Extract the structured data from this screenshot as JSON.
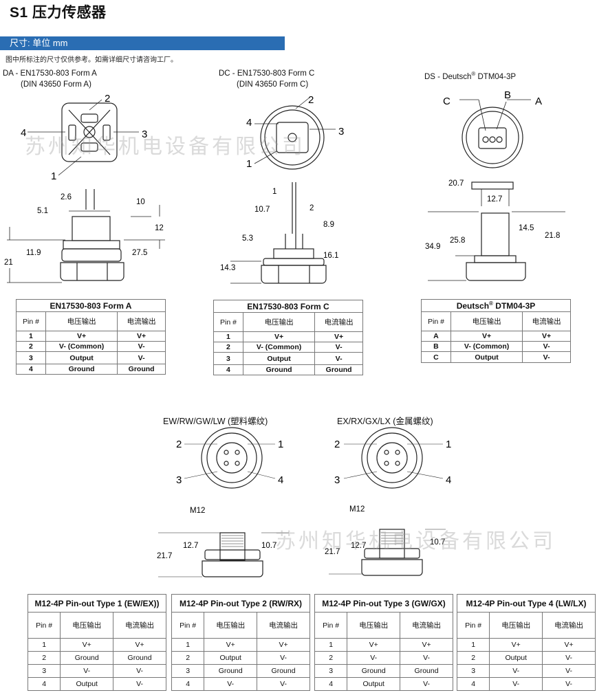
{
  "header": {
    "title": "S1 压力传感器",
    "section": "尺寸: 单位 mm",
    "note": "图中所标注的尺寸仅供参考。如需详细尺寸请咨询工厂。"
  },
  "da": {
    "title1": "DA - EN17530-803 Form A",
    "title2": "(DIN 43650 Form A)",
    "p1": "1",
    "p2": "2",
    "p3": "3",
    "p4": "4",
    "d1": "2.6",
    "d2": "5.1",
    "d3": "10",
    "d4": "12",
    "d5": "11.9",
    "d6": "27.5",
    "d7": "21"
  },
  "dc": {
    "title1": "DC - EN17530-803 Form C",
    "title2": "(DIN 43650 Form C)",
    "p1": "1",
    "p2": "2",
    "p3": "3",
    "p4": "4",
    "d1": "1",
    "d2": "10.7",
    "d3": "2",
    "d4": "8.9",
    "d5": "5.3",
    "d6": "16.1",
    "d7": "14.3"
  },
  "ds": {
    "title_a": "DS - Deutsch",
    "title_b": "DTM04-3P",
    "reg": "®",
    "pa": "A",
    "pb": "B",
    "pc": "C",
    "d1": "20.7",
    "d2": "12.7",
    "d3": "14.5",
    "d4": "21.8",
    "d5": "34.9",
    "d6": "25.8"
  },
  "m12": {
    "left_title": "EW/RW/GW/LW (塑料螺纹)",
    "right_title": "EX/RX/GX/LX (金属螺纹)",
    "p1": "1",
    "p2": "2",
    "p3": "3",
    "p4": "4",
    "thread": "M12",
    "d1": "12.7",
    "d2": "10.7",
    "d3": "21.7"
  },
  "tables": {
    "col_pin": "Pin #",
    "col_v": "电压输出",
    "col_i": "电流输出",
    "a": {
      "caption": "EN17530-803 Form A",
      "rows": [
        [
          "1",
          "V+",
          "V+"
        ],
        [
          "2",
          "V- (Common)",
          "V-"
        ],
        [
          "3",
          "Output",
          "V-"
        ],
        [
          "4",
          "Ground",
          "Ground"
        ]
      ]
    },
    "c": {
      "caption": "EN17530-803 Form C",
      "rows": [
        [
          "1",
          "V+",
          "V+"
        ],
        [
          "2",
          "V- (Common)",
          "V-"
        ],
        [
          "3",
          "Output",
          "V-"
        ],
        [
          "4",
          "Ground",
          "Ground"
        ]
      ]
    },
    "s": {
      "caption_a": "Deutsch",
      "caption_b": "DTM04-3P",
      "rows": [
        [
          "A",
          "V+",
          "V+"
        ],
        [
          "B",
          "V- (Common)",
          "V-"
        ],
        [
          "C",
          "Output",
          "V-"
        ]
      ]
    },
    "m1": {
      "caption": "M12-4P Pin-out Type 1 (EW/EX))",
      "rows": [
        [
          "1",
          "V+",
          "V+"
        ],
        [
          "2",
          "Ground",
          "Ground"
        ],
        [
          "3",
          "V-",
          "V-"
        ],
        [
          "4",
          "Output",
          "V-"
        ]
      ]
    },
    "m2": {
      "caption": "M12-4P Pin-out Type 2 (RW/RX)",
      "rows": [
        [
          "1",
          "V+",
          "V+"
        ],
        [
          "2",
          "Output",
          "V-"
        ],
        [
          "3",
          "Ground",
          "Ground"
        ],
        [
          "4",
          "V-",
          "V-"
        ]
      ]
    },
    "m3": {
      "caption": "M12-4P Pin-out Type 3 (GW/GX)",
      "rows": [
        [
          "1",
          "V+",
          "V+"
        ],
        [
          "2",
          "V-",
          "V-"
        ],
        [
          "3",
          "Ground",
          "Ground"
        ],
        [
          "4",
          "Output",
          "V-"
        ]
      ]
    },
    "m4": {
      "caption": "M12-4P Pin-out Type 4 (LW/LX)",
      "rows": [
        [
          "1",
          "V+",
          "V+"
        ],
        [
          "2",
          "Output",
          "V-"
        ],
        [
          "3",
          "V-",
          "V-"
        ],
        [
          "4",
          "V-",
          "V-"
        ]
      ]
    }
  },
  "watermark": "苏州知华机电设备有限公司"
}
